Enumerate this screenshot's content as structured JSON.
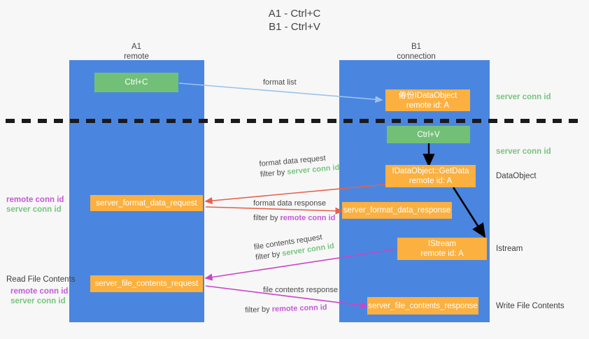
{
  "title": {
    "line1": "A1 - Ctrl+C",
    "line2": "B1 - Ctrl+V"
  },
  "colors": {
    "lane": "#4a86e0",
    "green_box": "#72c078",
    "orange_box": "#fbb040",
    "server_conn_id": "#77c57f",
    "remote_conn_id": "#c559d8",
    "format_list_arrow": "#9cc3ea",
    "format_data_arrow": "#e8604c",
    "file_contents_arrow": "#cc44c4",
    "flow_arrow": "#000000",
    "divider": "#1a1a1a",
    "background": "#f7f7f7"
  },
  "columns": [
    {
      "name": "A1",
      "sub": "remote"
    },
    {
      "name": "B1",
      "sub": "connection"
    }
  ],
  "boxes": {
    "ctrl_c": {
      "line1": "Ctrl+C"
    },
    "idataobject": {
      "line1": "偆份IDataObject",
      "line2": "remote id: A"
    },
    "ctrl_v": {
      "line1": "Ctrl+V"
    },
    "getdata": {
      "line1": "IDataObject::GetData",
      "line2": "remote id: A"
    },
    "server_format_data_request": {
      "line1": "server_format_data_request"
    },
    "server_format_data_response": {
      "line1": "server_format_data_response"
    },
    "istream": {
      "line1": "IStream",
      "line2": "remote id: A"
    },
    "server_file_contents_request": {
      "line1": "server_file_contents_request"
    },
    "server_file_contents_response": {
      "line1": "server_file_contents_response"
    }
  },
  "edges": {
    "format_list": {
      "label": "format list"
    },
    "format_data_request": {
      "label": "format data request",
      "filter_prefix": "filter by ",
      "filter_value": "server conn id"
    },
    "format_data_response": {
      "label": "format data response",
      "filter_prefix": "filter by ",
      "filter_value": "remote conn id"
    },
    "file_contents_request": {
      "label": "file contents request",
      "filter_prefix": "filter by ",
      "filter_value": "server conn id"
    },
    "file_contents_response": {
      "label": "file contents response",
      "filter_prefix": "filter by ",
      "filter_value": "remote conn id"
    }
  },
  "right_labels": {
    "server_conn_id_top": "server conn id",
    "server_conn_id_mid": "server conn id",
    "dataobject": "DataObject",
    "istream": "Istream",
    "write_file_contents": "Write File Contents"
  },
  "left_labels": {
    "remote_conn_id_upper": "remote conn id",
    "server_conn_id_upper": "server conn id",
    "read_file_contents": "Read File Contents",
    "remote_conn_id_lower": "remote conn id",
    "server_conn_id_lower": "server conn id"
  }
}
